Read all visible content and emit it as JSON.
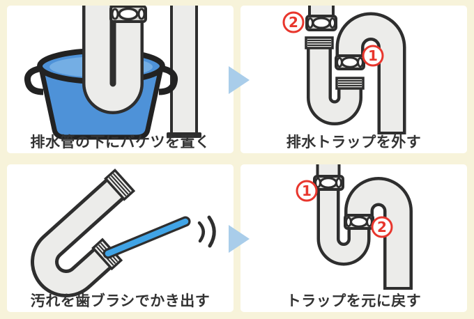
{
  "colors": {
    "page_background": "#F7F3DA",
    "panel_background": "#FFFFFF",
    "pipe_fill": "#ECECEA",
    "pipe_outline": "#2E2E2E",
    "nut_fill": "#D6D6D3",
    "bucket_blue": "#4E92D8",
    "water_blue": "#74AEE4",
    "toothbrush_blue": "#41A4E6",
    "marker_red": "#E8362D",
    "arrow_blue": "#A9CDEA",
    "caption_text": "#333333"
  },
  "arrows": [
    {
      "direction": "right"
    },
    {
      "direction": "right"
    }
  ],
  "panels": [
    {
      "caption": "排水管の下にバケツを置く"
    },
    {
      "caption": "排水トラップを外す",
      "markers": [
        {
          "number": "2"
        },
        {
          "number": "1"
        }
      ]
    },
    {
      "caption": "汚れを歯ブラシでかき出す"
    },
    {
      "caption": "トラップを元に戻す",
      "markers": [
        {
          "number": "1"
        },
        {
          "number": "2"
        }
      ]
    }
  ]
}
